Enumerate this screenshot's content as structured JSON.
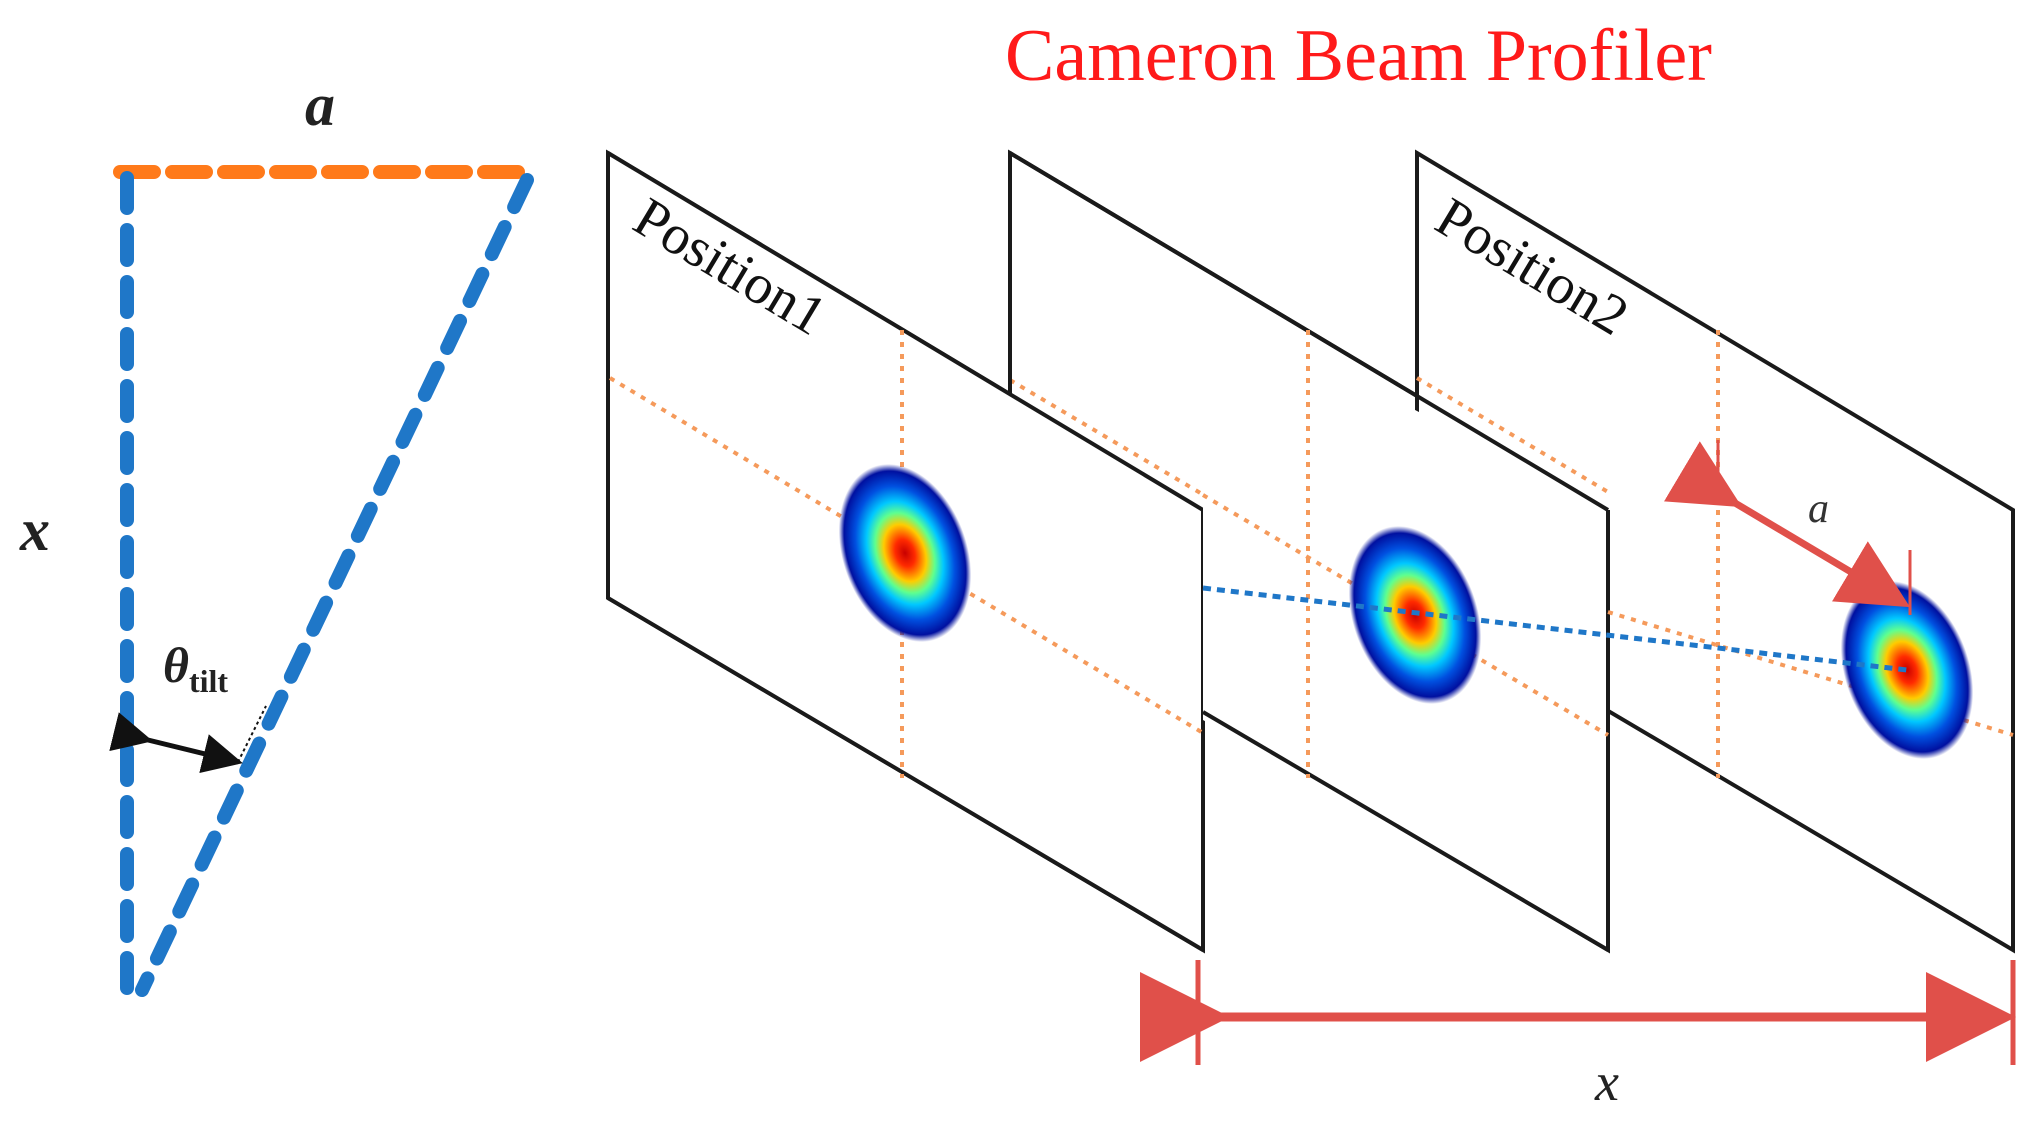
{
  "title": "Cameron Beam Profiler",
  "triangle": {
    "a_label": "a",
    "x_label": "x",
    "theta_symbol": "θ",
    "theta_subscript": "tilt"
  },
  "panels": [
    {
      "label": "Position1"
    },
    {
      "label": ""
    },
    {
      "label": "Position2"
    }
  ],
  "displacement_label": "a",
  "distance_label": "x",
  "colors": {
    "title": "#ff1a1a",
    "vertical_edge": "#1f77c8",
    "horizontal_edge": "#ff7a1a",
    "crosshair": "#f59a5b",
    "beam_path": "#1f77c8",
    "dimension": "#e0504a",
    "panel_border": "#1a1a1a"
  }
}
